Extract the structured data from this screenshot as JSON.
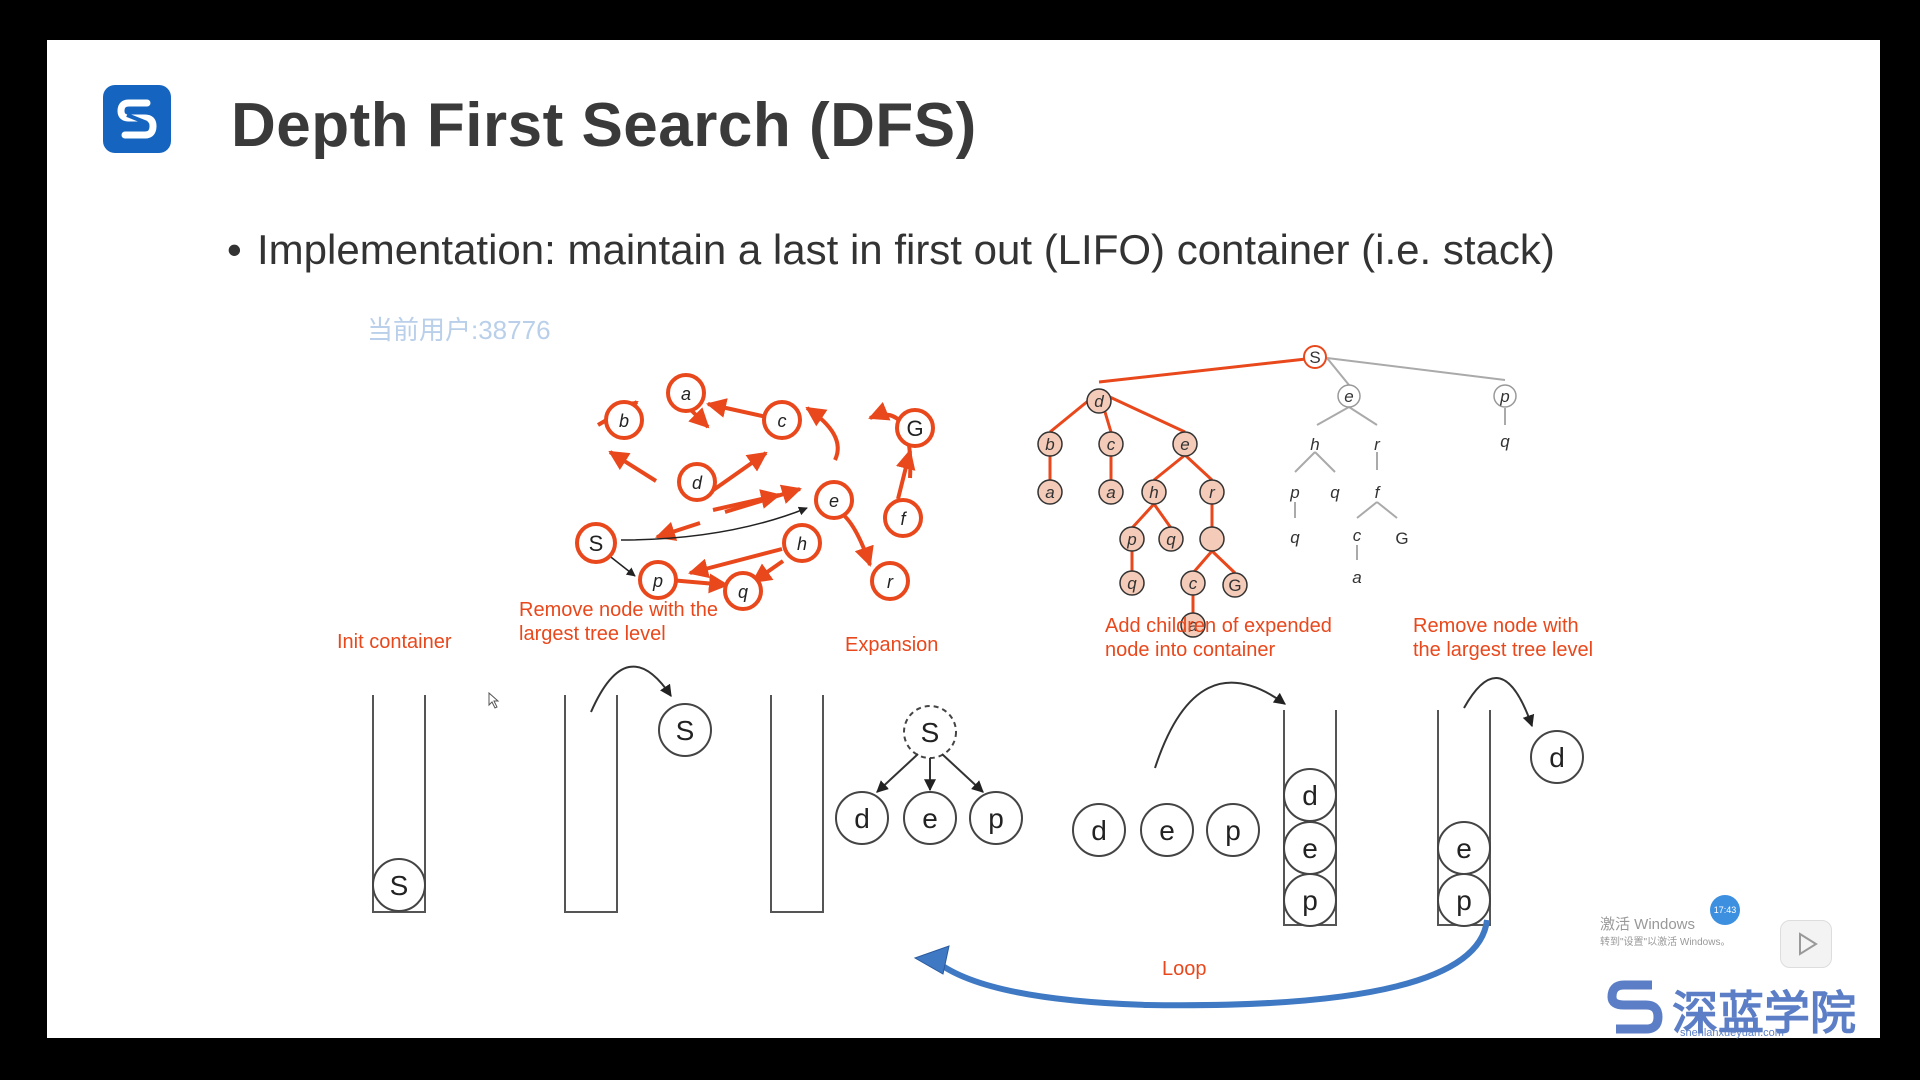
{
  "slide": {
    "title": "Depth First Search (DFS)",
    "bullet": "Implementation: maintain a last in first out (LIFO) container (i.e. stack)",
    "watermark": "当前用户:38776"
  },
  "graph": {
    "nodes": [
      "S",
      "a",
      "b",
      "c",
      "d",
      "e",
      "f",
      "G",
      "h",
      "p",
      "q",
      "r"
    ]
  },
  "search_tree": {
    "root": "S",
    "nodes_text": [
      "S",
      "d",
      "e",
      "p",
      "b",
      "c",
      "e",
      "h",
      "r",
      "q",
      "a",
      "a",
      "h",
      "r",
      "p",
      "q",
      "f",
      "p",
      "q",
      "q",
      "c",
      "G",
      "c",
      "G",
      "a",
      "a"
    ]
  },
  "stack_steps": {
    "init_label": "Init container",
    "remove_label_1_line1": "Remove node with the",
    "remove_label_1_line2": "largest tree level",
    "expansion_label": "Expansion",
    "add_children_line1": "Add children of expended",
    "add_children_line2": "node into container",
    "remove_label_2_line1": "Remove node with",
    "remove_label_2_line2": "the largest tree level",
    "loop_label": "Loop",
    "nodes": {
      "init": "S",
      "popped": "S",
      "expand_parent": "S",
      "expand_children": [
        "d",
        "e",
        "p"
      ],
      "added_outside": [
        "d",
        "e",
        "p"
      ],
      "stack_after_add": [
        "d",
        "e",
        "p"
      ],
      "stack_after_pop": [
        "e",
        "p"
      ],
      "popped_2": "d"
    }
  },
  "overlay": {
    "win_activate": "激活 Windows",
    "win_sub": "转到\"设置\"以激活 Windows。",
    "clock": "17:43",
    "brand": "深蓝学院",
    "brand_url": "shenlanxueyuan.com"
  },
  "colors": {
    "accent_red": "#e8481c",
    "node_fill": "#f4cbb8",
    "loop_blue": "#3f79c4",
    "logo_blue": "#1565c0"
  }
}
